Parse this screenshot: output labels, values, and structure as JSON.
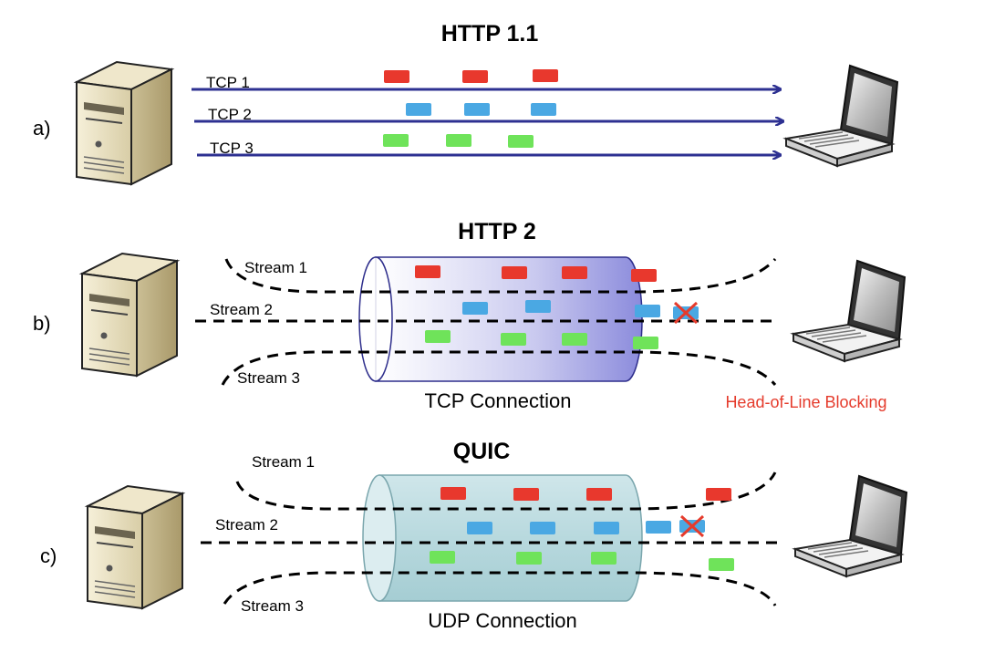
{
  "colors": {
    "red": "#e8382d",
    "blue": "#4aa8e3",
    "green": "#6fe35a",
    "arrow": "#2e3192",
    "hol": "#e53b2c"
  },
  "icons": {
    "server": "server-icon",
    "laptop": "laptop-icon",
    "blocked": "x-mark-icon"
  },
  "sections": {
    "a": {
      "title": "HTTP 1.1",
      "row_label": "a)",
      "streams": [
        "TCP 1",
        "TCP 2",
        "TCP 3"
      ]
    },
    "b": {
      "title": "HTTP 2",
      "row_label": "b)",
      "streams": [
        "Stream 1",
        "Stream 2",
        "Stream 3"
      ],
      "connection": "TCP Connection",
      "note": "Head-of-Line Blocking"
    },
    "c": {
      "title": "QUIC",
      "row_label": "c)",
      "streams": [
        "Stream 1",
        "Stream 2",
        "Stream 3"
      ],
      "connection": "UDP Connection"
    }
  }
}
